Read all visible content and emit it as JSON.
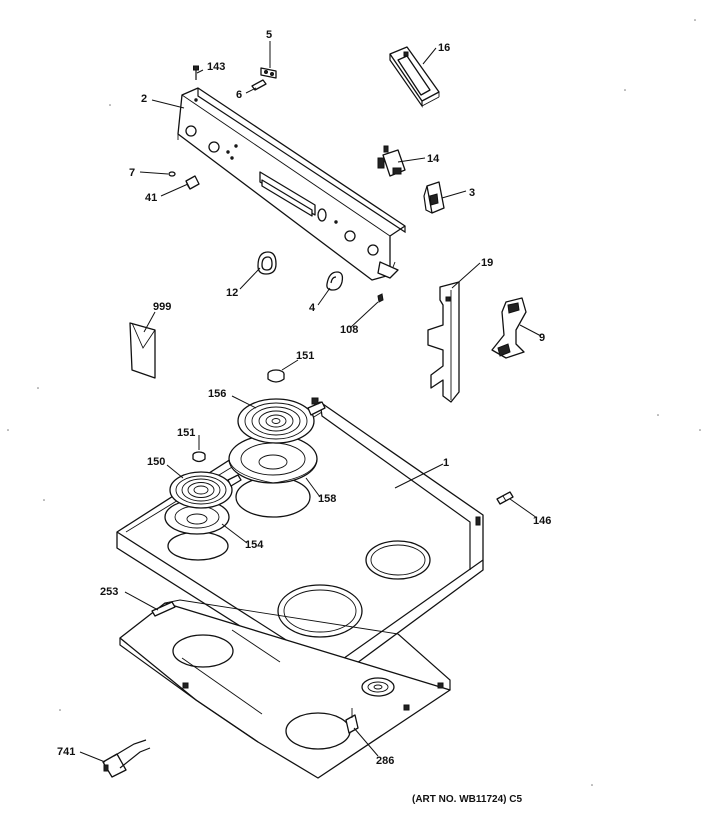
{
  "diagram": {
    "art_number": "(ART NO. WB11724) C5",
    "callouts": {
      "c1": "1",
      "c2": "2",
      "c3": "3",
      "c4": "4",
      "c5": "5",
      "c6": "6",
      "c7": "7",
      "c9": "9",
      "c12": "12",
      "c14": "14",
      "c16": "16",
      "c19": "19",
      "c41": "41",
      "c108": "108",
      "c143": "143",
      "c146": "146",
      "c150": "150",
      "c151a": "151",
      "c151b": "151",
      "c154": "154",
      "c156": "156",
      "c158": "158",
      "c253": "253",
      "c286": "286",
      "c741": "741",
      "c999": "999"
    }
  }
}
